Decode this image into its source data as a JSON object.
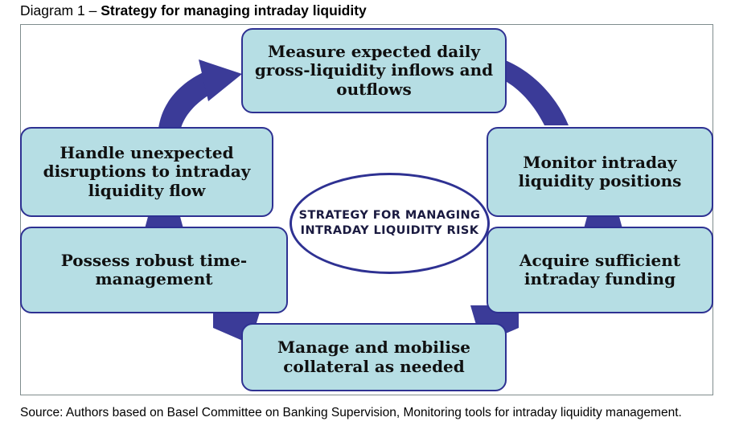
{
  "title": {
    "prefix": "Diagram 1 – ",
    "main": "Strategy for managing intraday liquidity"
  },
  "colors": {
    "box_fill": "#b6dee4",
    "box_border": "#2e3192",
    "connector": "#3b3b98",
    "ellipse_border": "#2e3192",
    "ellipse_text": "#1a1a40",
    "frame_border": "#7f8c8d",
    "page_background": "#ffffff"
  },
  "centre": {
    "label": "STRATEGY FOR MANAGING INTRADAY LIQUIDITY RISK",
    "lines": [
      "STRATEGY FOR",
      "MANAGING",
      "INTRADAY",
      "LIQUIDITY RISK"
    ]
  },
  "boxes": [
    {
      "id": "measure",
      "position": "top",
      "label": "Measure expected daily gross-liquidity inflows and outflows",
      "lines": [
        "Measure expected daily",
        "gross-liquidity inflows and",
        "outflows"
      ]
    },
    {
      "id": "monitor",
      "position": "right-upper",
      "label": "Monitor intraday liquidity positions",
      "lines": [
        "Monitor intraday",
        "liquidity positions"
      ]
    },
    {
      "id": "acquire",
      "position": "right-lower",
      "label": "Acquire sufficient intraday funding",
      "lines": [
        "Acquire sufficient",
        "intraday funding"
      ]
    },
    {
      "id": "manage",
      "position": "bottom",
      "label": "Manage and mobilise collateral as needed",
      "lines": [
        "Manage and mobilise",
        "collateral as needed"
      ]
    },
    {
      "id": "possess",
      "position": "left-lower",
      "label": "Possess robust time-management",
      "lines": [
        "Possess robust time-",
        "management"
      ]
    },
    {
      "id": "handle",
      "position": "left-upper",
      "label": "Handle unexpected disruptions to intraday liquidity flow",
      "lines": [
        "Handle unexpected",
        "disruptions to intraday",
        "liquidity flow"
      ]
    }
  ],
  "connectors": [
    {
      "id": "measure-to-monitor",
      "from": "measure",
      "to": "monitor",
      "style": "curved-band",
      "arrowhead": false
    },
    {
      "id": "monitor-to-acquire",
      "from": "monitor",
      "to": "acquire",
      "style": "short-band",
      "arrowhead": false
    },
    {
      "id": "acquire-to-manage",
      "from": "acquire",
      "to": "manage",
      "style": "diagonal-band",
      "arrowhead": false
    },
    {
      "id": "manage-to-possess",
      "from": "manage",
      "to": "possess",
      "style": "diagonal-band",
      "arrowhead": false
    },
    {
      "id": "possess-to-handle",
      "from": "possess",
      "to": "handle",
      "style": "short-band",
      "arrowhead": false
    },
    {
      "id": "handle-to-measure",
      "from": "handle",
      "to": "measure",
      "style": "curved-arrow",
      "arrowhead": true
    }
  ],
  "source": {
    "label": "Source: Authors based on Basel Committee on Banking Supervision, Monitoring tools for intraday liquidity management."
  }
}
